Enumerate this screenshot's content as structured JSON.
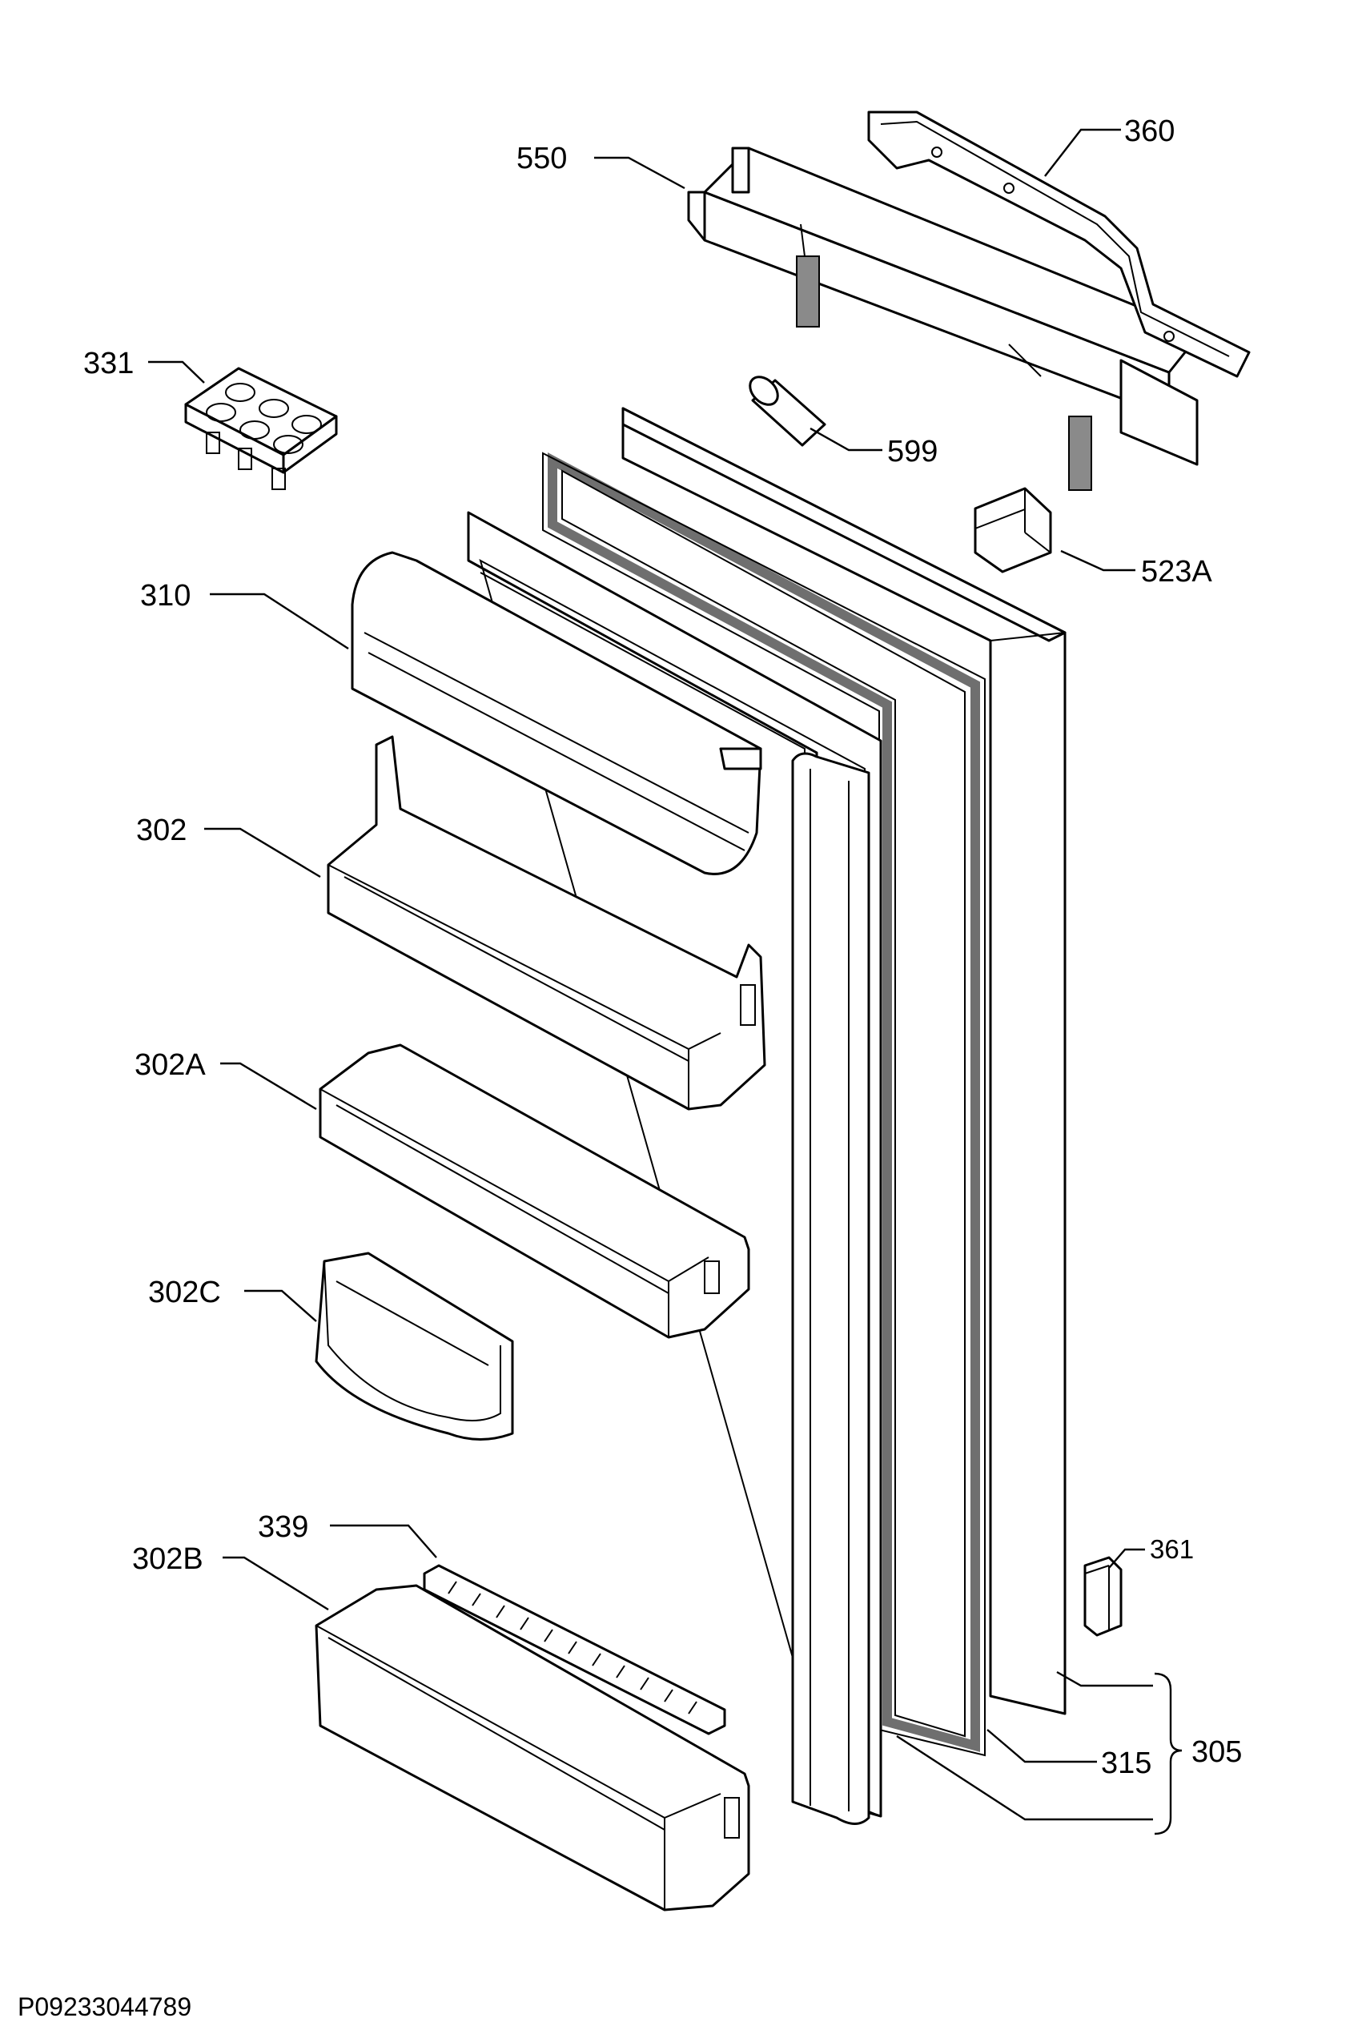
{
  "diagram": {
    "document_id": "P09233044789",
    "callouts": [
      {
        "id": "550",
        "text": "550"
      },
      {
        "id": "360",
        "text": "360"
      },
      {
        "id": "331",
        "text": "331"
      },
      {
        "id": "599",
        "text": "599"
      },
      {
        "id": "523A",
        "text": "523A"
      },
      {
        "id": "310",
        "text": "310"
      },
      {
        "id": "302",
        "text": "302"
      },
      {
        "id": "302A",
        "text": "302A"
      },
      {
        "id": "302C",
        "text": "302C"
      },
      {
        "id": "339",
        "text": "339"
      },
      {
        "id": "302B",
        "text": "302B"
      },
      {
        "id": "361",
        "text": "361"
      },
      {
        "id": "315",
        "text": "315"
      },
      {
        "id": "305",
        "text": "305"
      }
    ]
  }
}
